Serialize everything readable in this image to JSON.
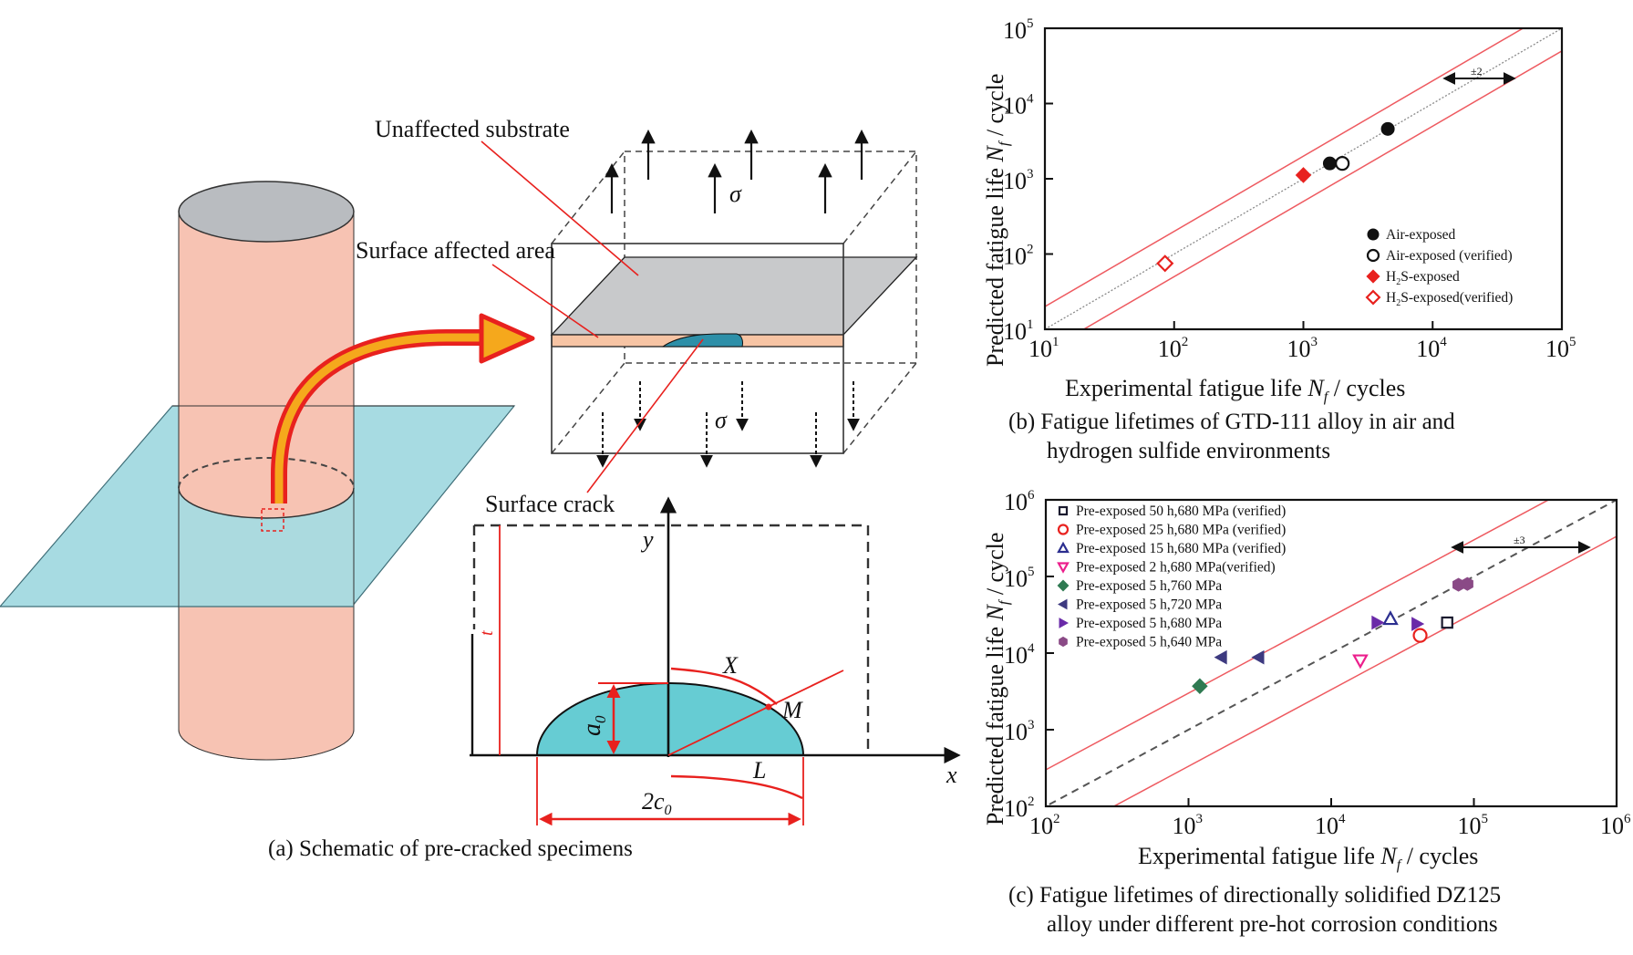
{
  "panel_a": {
    "caption": "(a) Schematic of pre-cracked specimens",
    "labels": {
      "unaffected_substrate": "Unaffected substrate",
      "surface_affected_area": "Surface affected area",
      "surface_crack": "Surface crack",
      "sigma_top": "σ",
      "sigma_bottom": "σ",
      "y_axis": "y",
      "x_axis": "x",
      "t": "t",
      "a0_main": "a",
      "a0_sub": "0",
      "X": "X",
      "M": "M",
      "L": "L",
      "c0_main": "2c",
      "c0_sub": "0"
    },
    "colors": {
      "cylinder": "#f7c3b3",
      "cylinder_top": "#b9bcc0",
      "plane": "#a7dbe2",
      "arrow_fill": "#f5a81c",
      "arrow_outline": "#e8211e",
      "crack": "#66ccd3",
      "annotation": "#e8211e",
      "affected_layer": "#f7c4a4",
      "substrate_plane": "#c8c9cb"
    }
  },
  "chart_data": [
    {
      "type": "scatter",
      "id": "b",
      "caption_line1": "(b) Fatigue lifetimes of GTD-111 alloy in air and",
      "caption_line2": "hydrogen sulfide environments",
      "xlabel": "Experimental fatigue life N_f / cycles",
      "ylabel": "Predicted fatigue life N_f / cycle",
      "xscale": "log",
      "yscale": "log",
      "xlim": [
        10,
        100000
      ],
      "ylim": [
        10,
        100000
      ],
      "xticks": [
        10,
        100,
        1000,
        10000,
        100000
      ],
      "yticks": [
        10,
        100,
        1000,
        10000,
        100000
      ],
      "tick_labels": [
        "10",
        "10",
        "10",
        "10",
        "10"
      ],
      "tick_exponents": [
        "1",
        "2",
        "3",
        "4",
        "5"
      ],
      "band_factor": 2,
      "band_label": "±2",
      "legend_position": "bottom-right",
      "series": [
        {
          "name": "Air-exposed",
          "marker": "circle",
          "filled": true,
          "color": "#111111",
          "points": [
            [
              1600,
              1600
            ],
            [
              4500,
              4600
            ]
          ]
        },
        {
          "name": "Air-exposed (verified)",
          "marker": "circle",
          "filled": false,
          "color": "#111111",
          "points": [
            [
              2000,
              1600
            ]
          ]
        },
        {
          "name": "H2S-exposed",
          "marker": "diamond",
          "filled": true,
          "color": "#e8211e",
          "points": [
            [
              1000,
              1120
            ]
          ]
        },
        {
          "name": "H2S-exposed(verified)",
          "marker": "diamond",
          "filled": false,
          "color": "#e8211e",
          "points": [
            [
              85,
              75
            ]
          ]
        }
      ],
      "legend_labels": [
        {
          "pre": "Air-exposed",
          "sub": "",
          "post": ""
        },
        {
          "pre": "Air-exposed (verified)",
          "sub": "",
          "post": ""
        },
        {
          "pre": "H",
          "sub": "2",
          "post": "S-exposed"
        },
        {
          "pre": "H",
          "sub": "2",
          "post": "S-exposed(verified)"
        }
      ]
    },
    {
      "type": "scatter",
      "id": "c",
      "caption_line1": "(c) Fatigue lifetimes of directionally solidified DZ125",
      "caption_line2": "alloy under different pre-hot corrosion conditions",
      "xlabel": "Experimental fatigue life N_f / cycles",
      "ylabel": "Predicted fatigue life N_f / cycle",
      "xscale": "log",
      "yscale": "log",
      "xlim": [
        100,
        1000000
      ],
      "ylim": [
        100,
        1000000
      ],
      "xticks": [
        100,
        1000,
        10000,
        100000,
        1000000
      ],
      "yticks": [
        100,
        1000,
        10000,
        100000,
        1000000
      ],
      "tick_labels": [
        "10",
        "10",
        "10",
        "10",
        "10"
      ],
      "tick_exponents": [
        "2",
        "3",
        "4",
        "5",
        "6"
      ],
      "band_factor": 3,
      "band_label": "±3",
      "legend_position": "top-left",
      "series": [
        {
          "name": "Pre-exposed 50 h,680 MPa (verified)",
          "marker": "square",
          "filled": false,
          "color": "#1a1a2e",
          "points": [
            [
              65000,
              25000
            ]
          ]
        },
        {
          "name": "Pre-exposed 25 h,680 MPa (verified)",
          "marker": "circle",
          "filled": false,
          "color": "#e8211e",
          "points": [
            [
              42000,
              17000
            ]
          ]
        },
        {
          "name": "Pre-exposed 15 h,680 MPa (verified)",
          "marker": "triangle-up",
          "filled": false,
          "color": "#2b2e8f",
          "points": [
            [
              26000,
              28000
            ]
          ]
        },
        {
          "name": "Pre-exposed 2 h,680 MPa(verified)",
          "marker": "triangle-down",
          "filled": false,
          "color": "#ec1f8c",
          "points": [
            [
              16000,
              8000
            ]
          ]
        },
        {
          "name": "Pre-exposed 5 h,760 MPa",
          "marker": "diamond",
          "filled": true,
          "color": "#2f7a52",
          "points": [
            [
              1200,
              3700
            ]
          ]
        },
        {
          "name": "Pre-exposed 5 h,720 MPa",
          "marker": "triangle-left",
          "filled": true,
          "color": "#3d3a80",
          "points": [
            [
              1700,
              8800
            ],
            [
              3100,
              8800
            ]
          ]
        },
        {
          "name": "Pre-exposed 5 h,680 MPa",
          "marker": "triangle-right",
          "filled": true,
          "color": "#6a2aa8",
          "points": [
            [
              21000,
              25000
            ],
            [
              40000,
              24000
            ]
          ]
        },
        {
          "name": "Pre-exposed 5 h,640 MPa",
          "marker": "hexagon",
          "filled": true,
          "color": "#8a4a86",
          "points": [
            [
              78000,
              78000
            ],
            [
              90000,
              80000
            ]
          ]
        }
      ]
    }
  ]
}
